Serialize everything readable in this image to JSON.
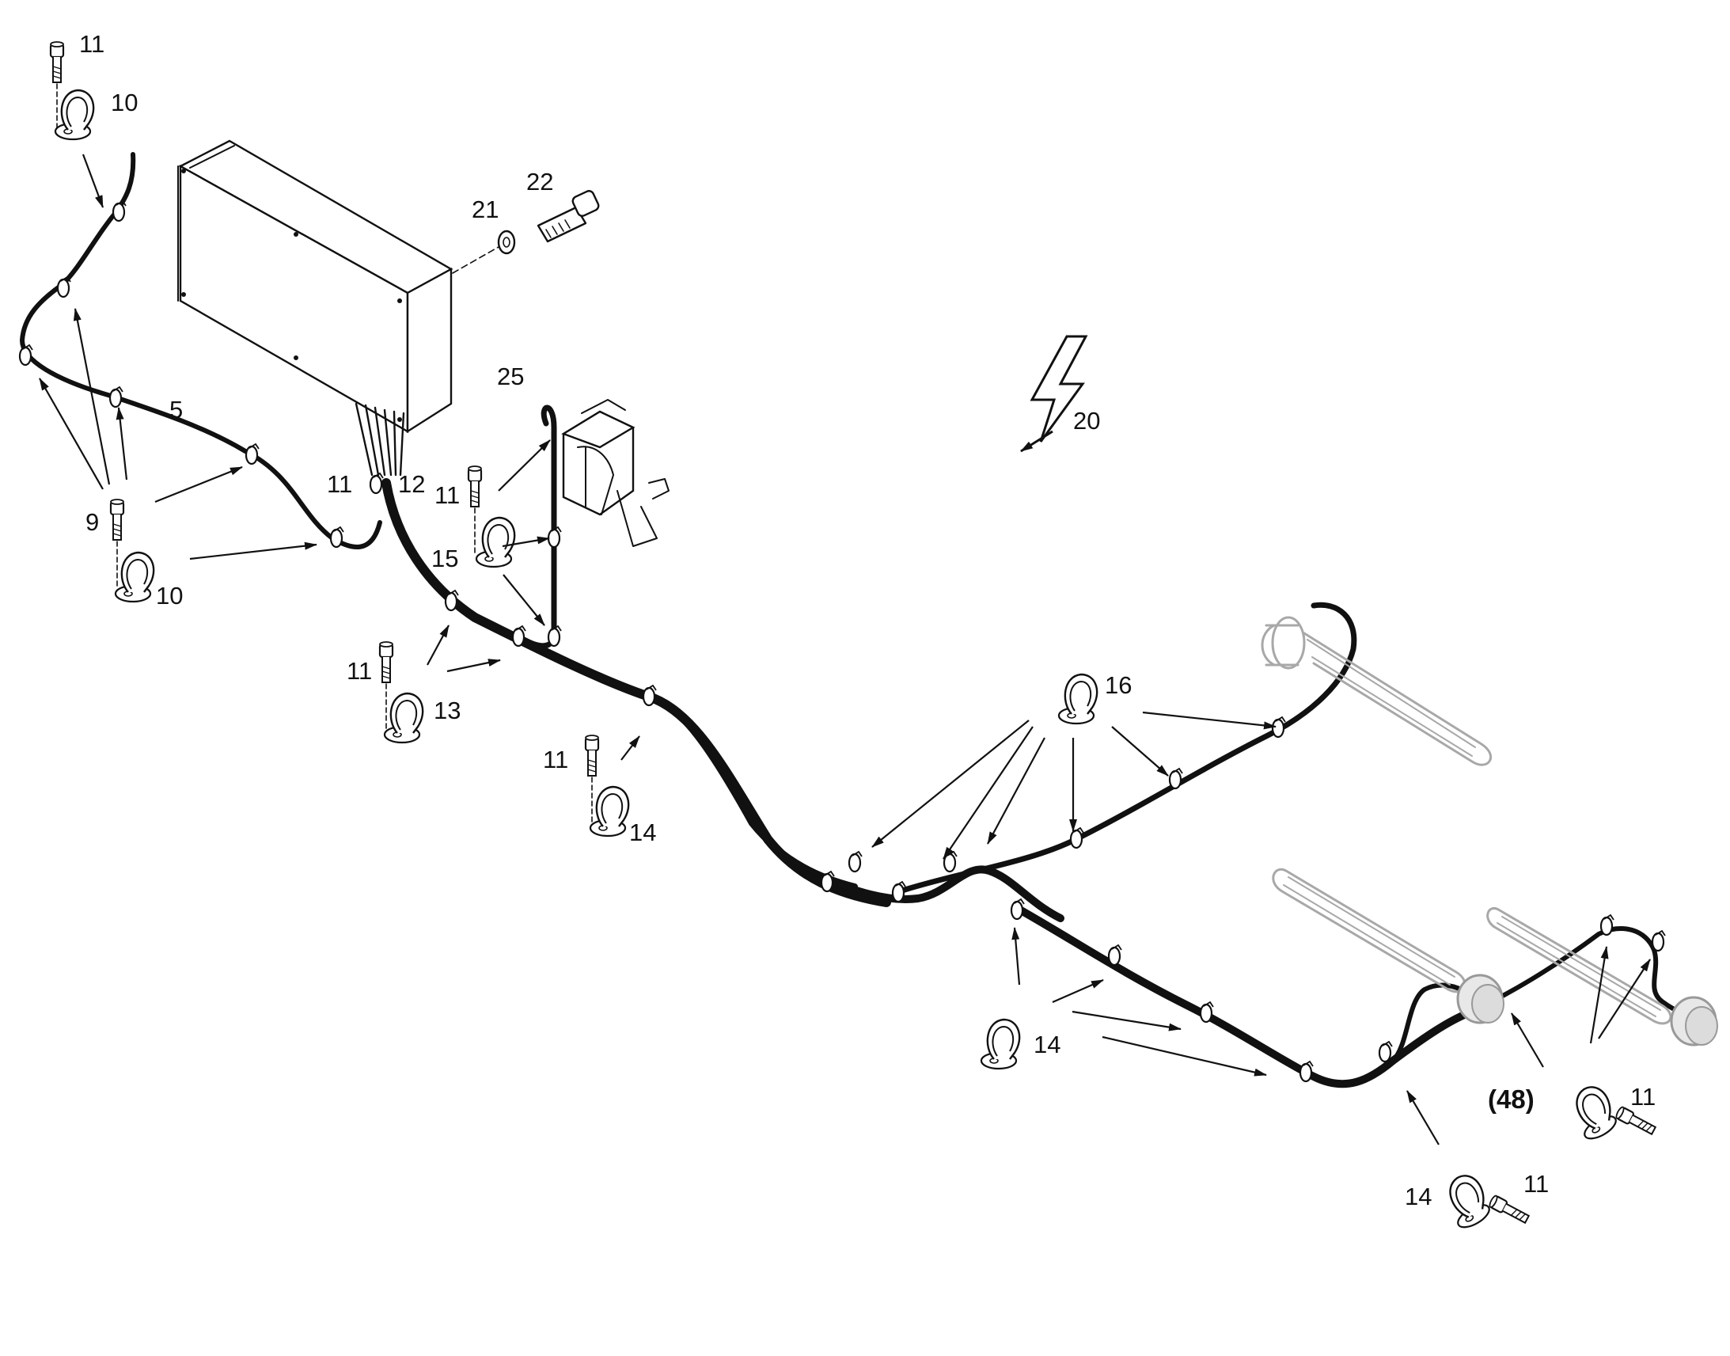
{
  "figure": {
    "callouts": {
      "c_11_top": "11",
      "c_10_top": "10",
      "c_22": "22",
      "c_21": "21",
      "c_5": "5",
      "c_25": "25",
      "c_20": "20",
      "c_11_box": "11",
      "c_12": "12",
      "c_11_conn": "11",
      "c_9": "9",
      "c_15": "15",
      "c_10_mid": "10",
      "c_11_left": "11",
      "c_13": "13",
      "c_16": "16",
      "c_11_center": "11",
      "c_14_center": "14",
      "c_14_right": "14",
      "c_48": "(48)",
      "c_11_r1": "11",
      "c_14_bottom": "14",
      "c_11_bottom": "11"
    },
    "icons": [
      "lightning-bolt-icon",
      "cable-clamp-icon",
      "cap-screw-icon",
      "washer-icon",
      "bolt-icon"
    ],
    "colors": {
      "line": "#111111",
      "ghost": "#a8a8a8",
      "background": "#ffffff"
    }
  }
}
